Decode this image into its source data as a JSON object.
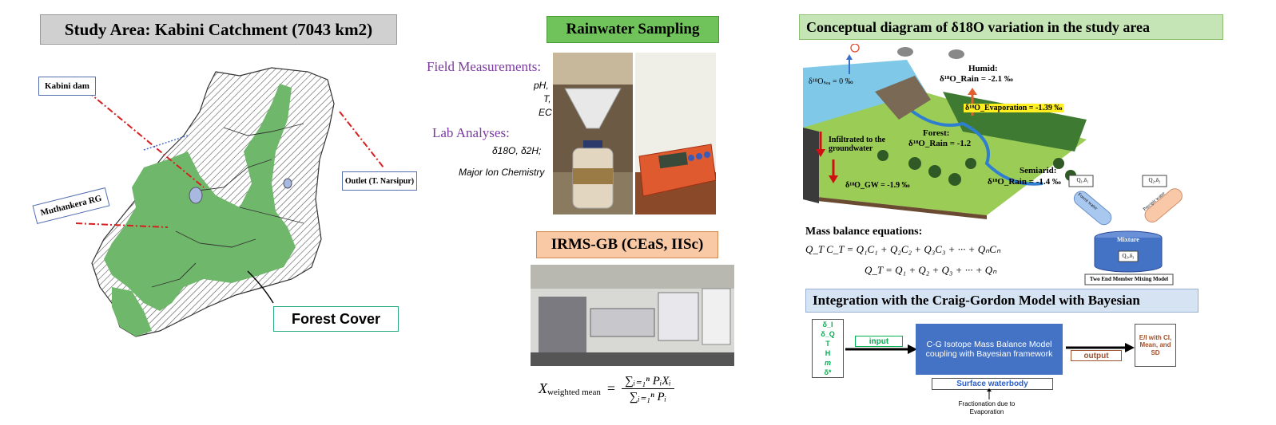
{
  "study_area": {
    "title": "Study Area: Kabini Catchment (7043 km2)",
    "labels": {
      "kabini_dam": "Kabini dam",
      "outlet": "Outlet (T. Narsipur)",
      "muthankera": "Muthankera RG",
      "forest_cover": "Forest Cover"
    }
  },
  "rainwater": {
    "title": "Rainwater Sampling",
    "field_heading": "Field Measurements:",
    "field_items": [
      "pH,",
      "T,",
      "EC"
    ],
    "lab_heading": "Lab Analyses:",
    "lab_items": [
      "δ18O, δ2H;",
      "Major Ion Chemistry"
    ]
  },
  "irms": {
    "title": "IRMS-GB (CEaS, IISc)",
    "formula_lhs": "X",
    "formula_sub": "weighted mean",
    "formula_num": "∑ᵢ₌₁ⁿ PᵢXᵢ",
    "formula_den": "∑ᵢ₌₁ⁿ Pᵢ"
  },
  "conceptual": {
    "title": "Conceptual diagram of δ18O variation in the study area",
    "labels": {
      "sea": "δ¹⁸Oₛₑₐ = 0 ‰",
      "humid_name": "Humid:",
      "humid_val": "δ¹⁸O_Rain = -2.1 ‰",
      "evap": "δ¹⁸O_Evaporation = -1.39 ‰",
      "infiltrated_1": "Infiltrated to the",
      "infiltrated_2": "groundwater",
      "forest_name": "Forest:",
      "forest_val": "δ¹⁸O_Rain = -1.2",
      "semiarid_name": "Semiarid:",
      "semiarid_val": "δ¹⁸O_Rain = -1.4 ‰",
      "gw": "δ¹⁸O_GW = -1.9 ‰"
    },
    "mixing": {
      "left_tag": "Q₁,δ₁",
      "right_tag": "Q₂,δ₂",
      "left_tube": "Forest water",
      "right_tube": "Precipit water",
      "mixture": "Mixture",
      "mixture_tag": "Q₃,δ₃",
      "caption": "Two End Member Mixing Model"
    },
    "mass_balance_heading": "Mass balance equations:",
    "eq1": "Q_T C_T = Q₁C₁ + Q₂C₂ + Q₃C₃ + ··· + QₙCₙ",
    "eq2": "Q_T = Q₁ + Q₂ + Q₃ + ··· + Qₙ"
  },
  "craig": {
    "title": "Integration with the Craig-Gordon Model with Bayesian",
    "inputs": [
      "δ_I",
      "δ_Q",
      "T",
      "H",
      "m",
      "δ*"
    ],
    "input_label": "input",
    "model_text": "C-G Isotope Mass Balance Model coupling with Bayesian framework",
    "output_label": "output",
    "output_box": "E/I with CI, Mean, and SD",
    "surface": "Surface waterbody",
    "fractionation_1": "Fractionation due to",
    "fractionation_2": "Evaporation"
  },
  "colors": {
    "title_gray": "#d0d0d0",
    "title_green": "#70c35a",
    "title_orange": "#f8c9a4",
    "title_lightgreen": "#c6e5b6",
    "title_lightblue": "#d6e3f3",
    "forest_green": "#6fb76a",
    "purple": "#7a3aa0",
    "model_blue": "#4472c4",
    "input_green": "#00b050",
    "output_brown": "#a0522d"
  }
}
